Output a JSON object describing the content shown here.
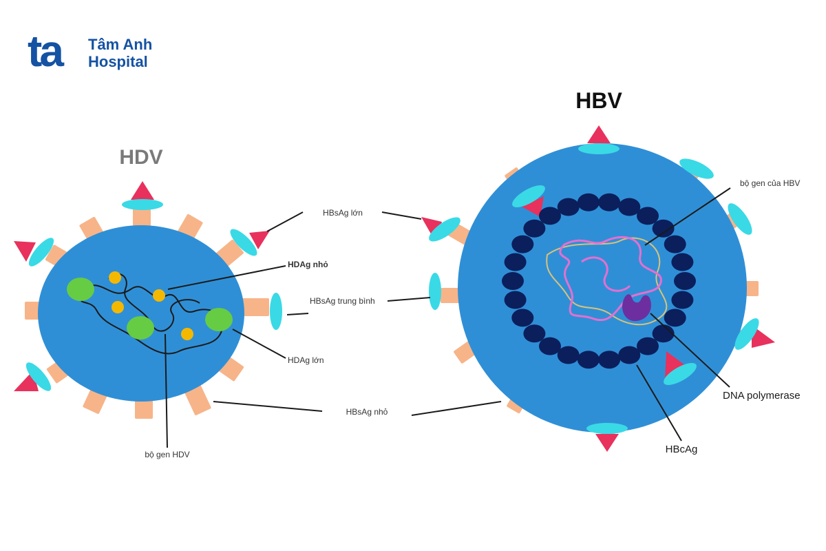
{
  "logo": {
    "mark": "ta",
    "line1": "Tâm Anh",
    "line2": "Hospital"
  },
  "hdv": {
    "title": "HDV"
  },
  "hbv": {
    "title": "HBV"
  },
  "labels": {
    "hbsag_lon": "HBsAg lớn",
    "hdag_nho": "HDAg nhỏ",
    "hbsag_trung_binh": "HBsAg trung bình",
    "hdag_lon": "HDAg lớn",
    "hbsag_nho": "HBsAg nhỏ",
    "bo_gen_hdv": "bộ gen HDV",
    "bo_gen_hbv": "bộ gen của HBV",
    "dna_polymerase": "DNA polymerase",
    "hbcag": "HBcAg"
  },
  "colors": {
    "virion": "#2f8fd6",
    "spike": "#f7b489",
    "cap": "#3ad9e6",
    "triangle": "#e8315c",
    "capsid": "#0b1f5c",
    "hdag_large": "#66cc44",
    "hdag_small": "#f5b800",
    "hbv_genome_pink": "#e56fd0",
    "hbv_genome_tan": "#d9c27a",
    "polymerase": "#6d2fa0",
    "logo": "#1452a3"
  }
}
